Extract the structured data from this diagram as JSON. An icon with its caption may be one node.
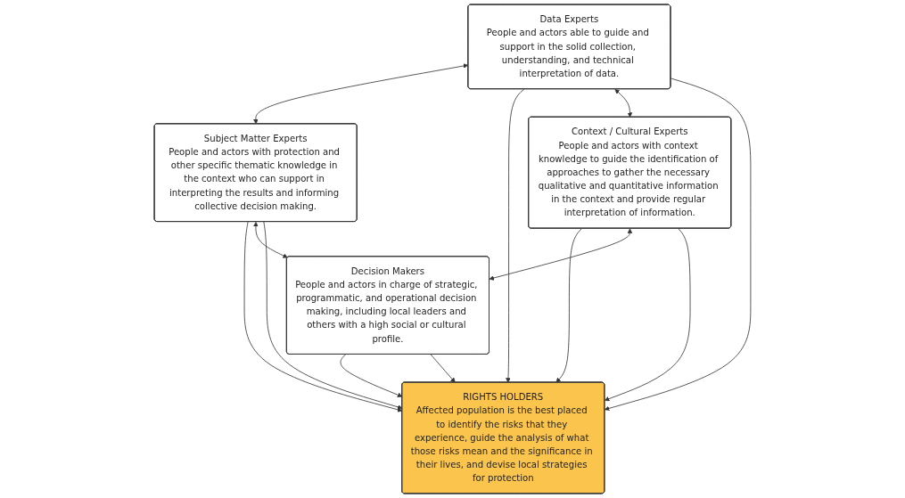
{
  "diagram": {
    "nodes": [
      {
        "text": [
          "Data Experts",
          "People and actors able to guide and support in the solid collection, understanding, and technical interpretation of data."
        ]
      },
      {
        "text": [
          "Subject Matter Experts",
          "People and actors with protection and other specific thematic knowledge in the context who can support in interpreting the results and informing collective decision making."
        ]
      },
      {
        "text": [
          "RIGHTS HOLDERS",
          "Affected population is the best placed to identify the risks that they experience, guide the analysis of what those risks mean and the significance in their lives, and devise local strategies for protection"
        ]
      },
      {
        "text": [
          "Context / Cultural Experts",
          "People and actors with context knowledge to guide the identification of approaches to gather the necessary qualitative and quantitative information in the context and provide regular interpretation of information."
        ]
      },
      {
        "text": [
          "Decision Makers",
          "People and actors in charge of strategic, programmatic, and operational decision making, including local leaders and others with a high social or cultural profile."
        ]
      }
    ],
    "edges": [
      {
        "from": 0,
        "to": 1,
        "arrow": "both"
      },
      {
        "from": 0,
        "to": 2,
        "arrow": "to"
      },
      {
        "from": 1,
        "to": 2,
        "arrow": "to"
      },
      {
        "from": 0,
        "to": 3,
        "arrow": "both"
      },
      {
        "from": 0,
        "to": 2,
        "arrow": "to"
      },
      {
        "from": 3,
        "to": 2,
        "arrow": "to"
      },
      {
        "from": 1,
        "to": 4,
        "arrow": "both"
      },
      {
        "from": 1,
        "to": 2,
        "arrow": "to"
      },
      {
        "from": 4,
        "to": 2,
        "arrow": "to"
      },
      {
        "from": 3,
        "to": 4,
        "arrow": "both"
      },
      {
        "from": 3,
        "to": 2,
        "arrow": "to"
      },
      {
        "from": 4,
        "to": 2,
        "arrow": "to"
      }
    ]
  }
}
